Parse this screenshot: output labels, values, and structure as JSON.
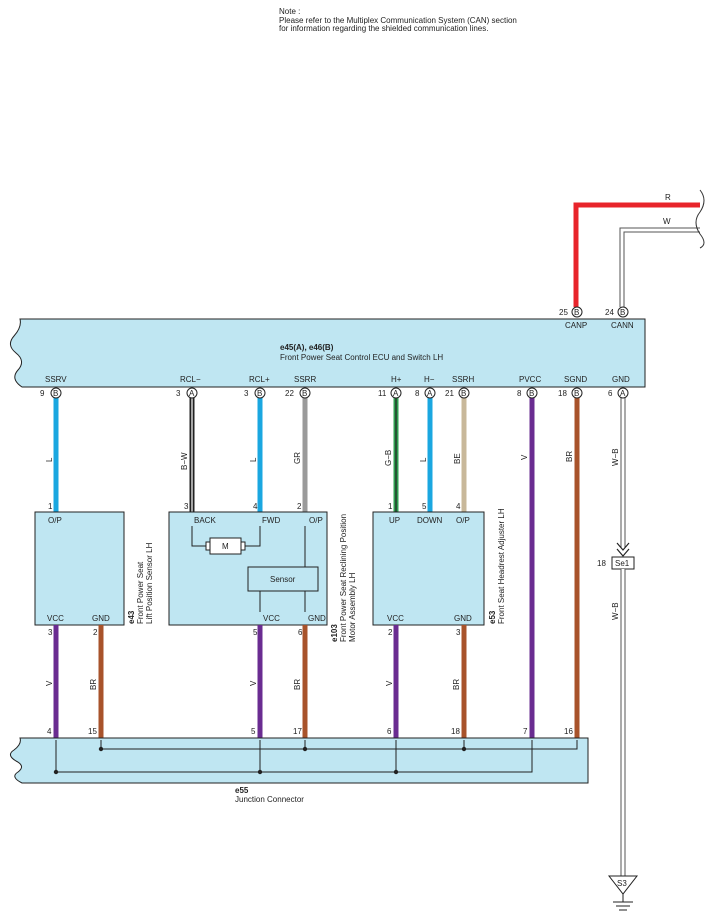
{
  "note": {
    "title": "Note :",
    "lines": [
      "Please refer to the Multiplex Communication System (CAN) section",
      "for information regarding the shielded communication lines."
    ]
  },
  "colors": {
    "box_fill": "#bfe6f2",
    "wire_L": "#1aa7e0",
    "wire_V": "#6a2c91",
    "wire_BR": "#a8532b",
    "wire_GR": "#9a9a9a",
    "wire_BE": "#c8b89a",
    "wire_R": "#e8242b",
    "wire_G": "#2e9e4f"
  },
  "ecu": {
    "code": "e45(A), e46(B)",
    "name": "Front Power Seat Control ECU and Switch LH",
    "top_pins": [
      {
        "num": "25",
        "conn": "B",
        "label": "CANP",
        "wire": "R"
      },
      {
        "num": "24",
        "conn": "B",
        "label": "CANN",
        "wire": "W"
      }
    ],
    "bottom_pins": [
      {
        "num": "9",
        "conn": "B",
        "label": "SSRV"
      },
      {
        "num": "3",
        "conn": "A",
        "label": "RCL−"
      },
      {
        "num": "3",
        "conn": "B",
        "label": "RCL+"
      },
      {
        "num": "22",
        "conn": "B",
        "label": "SSRR"
      },
      {
        "num": "11",
        "conn": "A",
        "label": "H+"
      },
      {
        "num": "8",
        "conn": "A",
        "label": "H−"
      },
      {
        "num": "21",
        "conn": "B",
        "label": "SSRH"
      },
      {
        "num": "8",
        "conn": "B",
        "label": "PVCC"
      },
      {
        "num": "18",
        "conn": "B",
        "label": "SGND"
      },
      {
        "num": "6",
        "conn": "A",
        "label": "GND"
      }
    ]
  },
  "wires_upper": [
    "L",
    "B−W",
    "L",
    "GR",
    "G−B",
    "L",
    "BE",
    "V",
    "BR",
    "W−B"
  ],
  "components": [
    {
      "code": "e43",
      "name1": "Front Power Seat",
      "name2": "Lift Position Sensor LH",
      "top_pins": [
        {
          "num": "1",
          "label": "O/P"
        }
      ],
      "bottom_pins": [
        {
          "num": "3",
          "label": "VCC"
        },
        {
          "num": "2",
          "label": "GND"
        }
      ]
    },
    {
      "code": "e103",
      "name1": "Front Power Seat Reclining Position",
      "name2": "Motor Assembly LH",
      "top_pins": [
        {
          "num": "3",
          "label": "BACK"
        },
        {
          "num": "4",
          "label": "FWD"
        },
        {
          "num": "2",
          "label": "O/P"
        }
      ],
      "bottom_pins": [
        {
          "num": "5",
          "label": "VCC"
        },
        {
          "num": "6",
          "label": "GND"
        }
      ],
      "motor": "M",
      "sensor": "Sensor"
    },
    {
      "code": "e53",
      "name1": "Front Seat Headrest Adjuster LH",
      "name2": "",
      "top_pins": [
        {
          "num": "1",
          "label": "UP"
        },
        {
          "num": "5",
          "label": "DOWN"
        },
        {
          "num": "4",
          "label": "O/P"
        }
      ],
      "bottom_pins": [
        {
          "num": "2",
          "label": "VCC"
        },
        {
          "num": "3",
          "label": "GND"
        }
      ]
    }
  ],
  "wires_lower": [
    "V",
    "BR",
    "V",
    "BR",
    "V",
    "BR"
  ],
  "junction": {
    "code": "e55",
    "name": "Junction Connector",
    "pins": [
      "4",
      "15",
      "5",
      "17",
      "6",
      "18",
      "7",
      "16"
    ]
  },
  "splice": {
    "num": "18",
    "label": "Se1",
    "wire": "W−B"
  },
  "ground": {
    "label": "S3"
  }
}
